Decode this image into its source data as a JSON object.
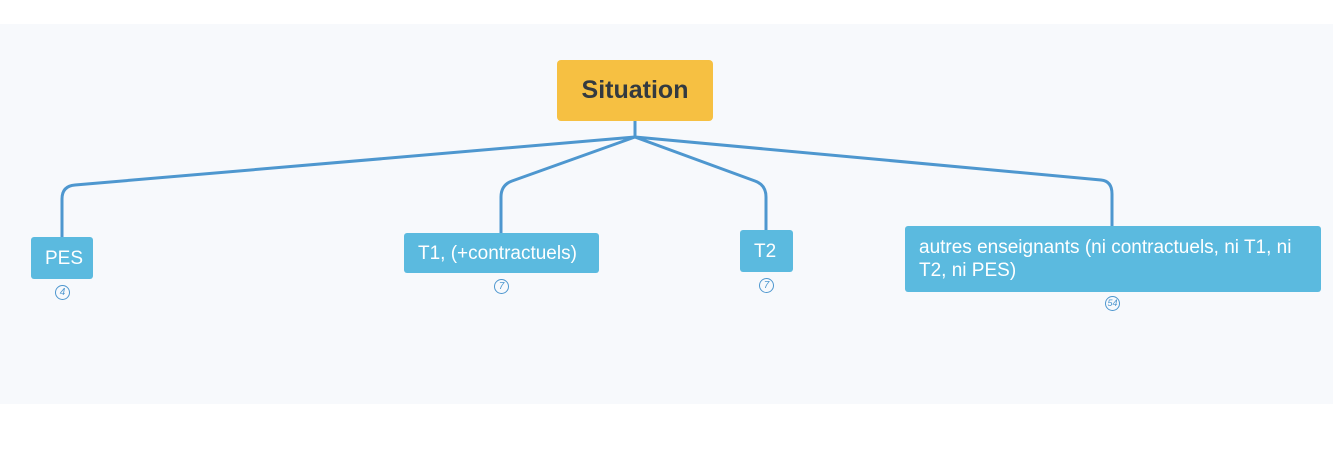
{
  "diagram": {
    "root": {
      "label": "Situation"
    },
    "children": [
      {
        "label": "PES",
        "count": "4"
      },
      {
        "label": "T1, (+contractuels)",
        "count": "7"
      },
      {
        "label": "T2",
        "count": "7"
      },
      {
        "label": "autres enseignants (ni contractuels, ni T1, ni T2, ni PES)",
        "count": "54"
      }
    ],
    "colors": {
      "root_fill": "#f6c042",
      "root_text": "#333a40",
      "child_fill": "#5bbadf",
      "connector": "#4e97cf",
      "canvas": "#f7f9fc"
    }
  }
}
